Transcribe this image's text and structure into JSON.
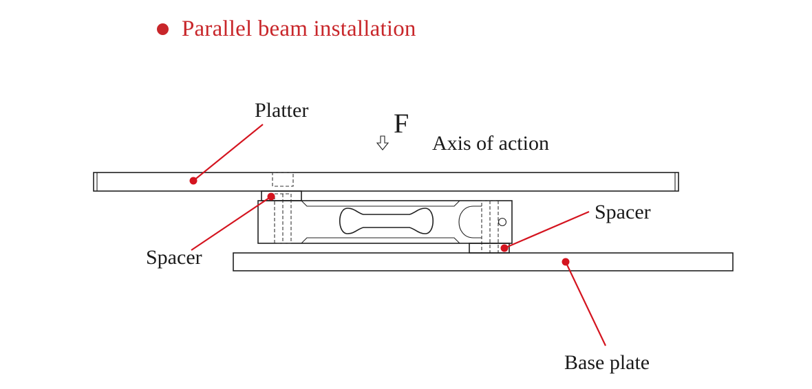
{
  "title": "Parallel beam installation",
  "colors": {
    "accent": "#c8262a",
    "leader": "#d4141f",
    "line": "#1f1f1f"
  },
  "labels": {
    "platter": "Platter",
    "force": "F",
    "axis": "Axis of action",
    "spacer_left": "Spacer",
    "spacer_right": "Spacer",
    "base_plate": "Base plate"
  },
  "icons": {
    "force_arrow": "down-arrow-outline-icon"
  }
}
